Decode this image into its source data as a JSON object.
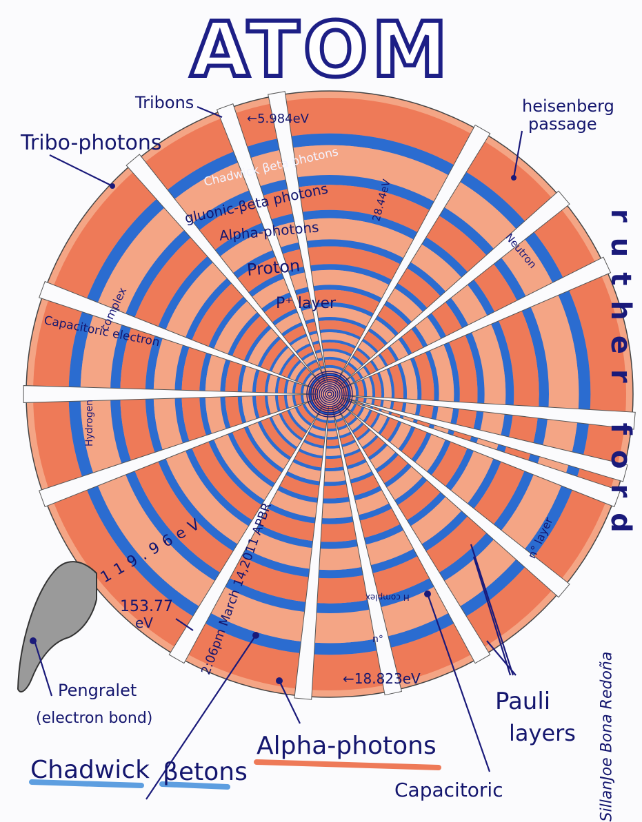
{
  "title": "ATOM",
  "labels": {
    "tribons": "Tribons",
    "tribons_energy": "←5.984eV",
    "heisenberg": "heisenberg",
    "passage": "passage",
    "tribo_photons": "Tribo-photons",
    "chadwick_beta_photons": "Chadwick βeta photons",
    "gluonic_beta_photons": "gluonic-βeta photons",
    "energy_28": "28.44eV",
    "alpha_photons_ring": "Alpha-photons",
    "proton": "Proton",
    "p_layer": "P⁺ layer",
    "neutron": "Neutron",
    "complex": "complex",
    "capacitoric_electron": "Capacitoric electron",
    "hydrogen": "Hydrogen",
    "rutherford": "ruther ford",
    "n_layer": "n° layer",
    "energy_119": "119.96eV",
    "date": "2:06pm March 14,2011 APBR",
    "energy_153": "153.77",
    "energy_153_unit": "eV",
    "h_complex": "H complex",
    "n_deg": "n°",
    "energy_18": "←18.823eV",
    "pengralet": "Pengralet",
    "electron_bond": "(electron bond)",
    "pauli": "Pauli",
    "layers": "layers",
    "alpha_photons_big": "Alpha-photons",
    "chadwick": "Chadwick",
    "betons": "βetons",
    "capacitoric": "Capacitoric",
    "signature": "SillanJoe Bona Redoña"
  },
  "colors": {
    "orange": "#ee7a58",
    "orange_light": "#f4a585",
    "blue": "#2b6cd0",
    "light_blue": "#5d9ee0",
    "ink": "#14166e"
  }
}
